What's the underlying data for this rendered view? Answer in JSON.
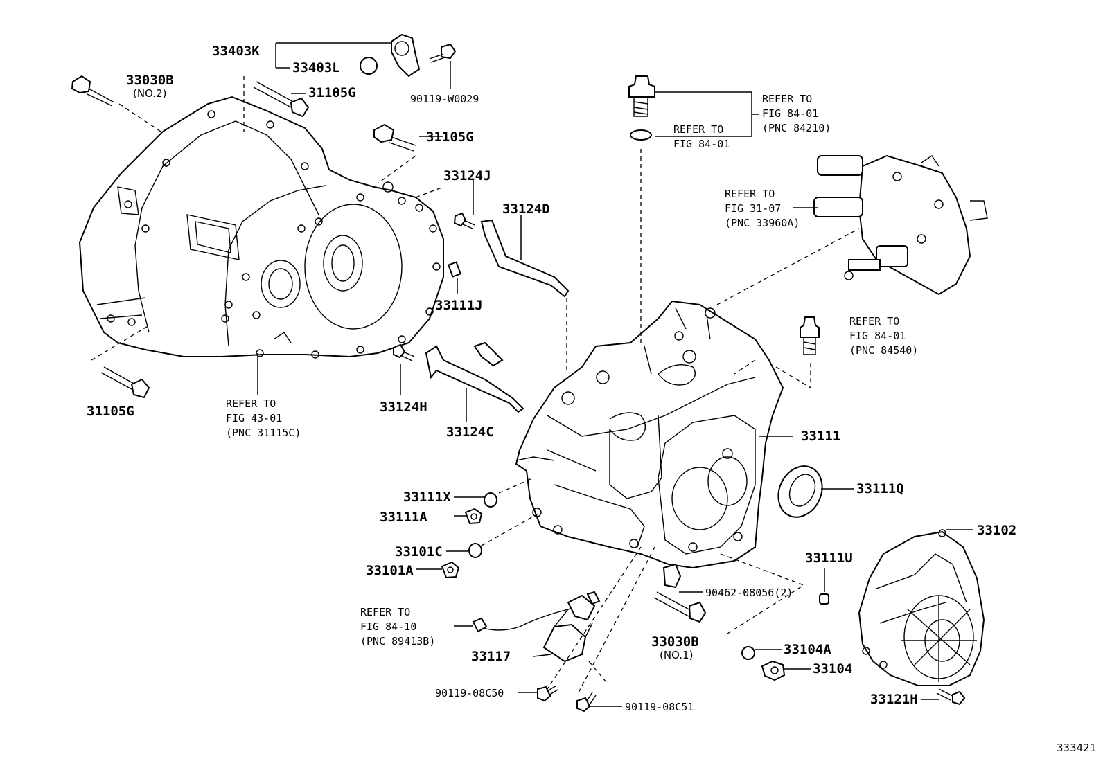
{
  "diagram": {
    "image_code": "333421",
    "labels": {
      "p33403K": "33403K",
      "p33403L": "33403L",
      "p90119W0029": "90119-W0029",
      "p33030B_top": "33030B",
      "p33030B_top_sub": "(NO.2)",
      "p31105G_a": "31105G",
      "p31105G_b": "31105G",
      "p31105G_c": "31105G",
      "p33124J": "33124J",
      "p33124D": "33124D",
      "p33111J": "33111J",
      "p33124H": "33124H",
      "p33124C": "33124C",
      "p33111": "33111",
      "p33111Q": "33111Q",
      "p33111X": "33111X",
      "p33111A": "33111A",
      "p33101C": "33101C",
      "p33101A": "33101A",
      "p33102": "33102",
      "p33111U": "33111U",
      "p90462": "90462-08056(2)",
      "p33030B_bot": "33030B",
      "p33030B_bot_sub": "(NO.1)",
      "p33104A": "33104A",
      "p33104": "33104",
      "p33121H": "33121H",
      "p33117": "33117",
      "p90119_08C50": "90119-08C50",
      "p90119_08C51": "90119-08C51"
    },
    "refs": {
      "r84210": [
        "REFER TO",
        "FIG 84-01",
        "(PNC 84210)"
      ],
      "r8401_washer": [
        "REFER TO",
        "FIG 84-01"
      ],
      "r33960A": [
        "REFER TO",
        "FIG 31-07",
        "(PNC 33960A)"
      ],
      "r84540": [
        "REFER TO",
        "FIG 84-01",
        "(PNC 84540)"
      ],
      "r31115C": [
        "REFER TO",
        "FIG 43-01",
        "(PNC 31115C)"
      ],
      "r89413B": [
        "REFER TO",
        "FIG 84-10",
        "(PNC 89413B)"
      ]
    }
  }
}
